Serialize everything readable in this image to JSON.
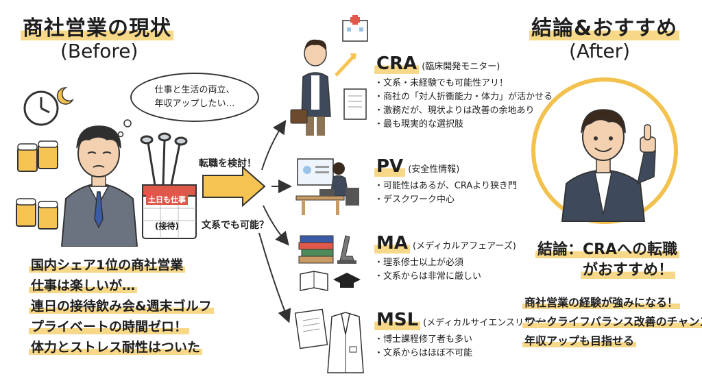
{
  "left": {
    "title": "商社営業の現状",
    "subtitle": "(Before)",
    "bubble": [
      "仕事と生活の両立、",
      "年収アップしたい…"
    ],
    "calendar_top": "土日も仕事",
    "calendar_bottom": "(接待)",
    "list": [
      "国内シェア1位の商社営業",
      "仕事は楽しいが…",
      "連日の接待飲み会&週末ゴルフ",
      "プライベートの時間ゼロ！",
      "体力とストレス耐性はついた"
    ]
  },
  "middle": {
    "arrow_label_top": "転職を検討！",
    "arrow_label_bottom": "文系でも可能？"
  },
  "options": [
    {
      "abbr": "CRA",
      "full": "(臨床開発モニター)",
      "points": [
        "文系・未経験でも可能性アリ！",
        "商社の「対人折衝能力・体力」が活かせる",
        "激務だが、現状よりは改善の余地あり",
        "最も現実的な選択肢"
      ]
    },
    {
      "abbr": "PV",
      "full": "(安全性情報)",
      "points": [
        "可能性はあるが、CRAより狭き門",
        "デスクワーク中心"
      ]
    },
    {
      "abbr": "MA",
      "full": "(メディカルアフェアーズ)",
      "points": [
        "理系修士以上が必須",
        "文系からは非常に厳しい"
      ]
    },
    {
      "abbr": "MSL",
      "full": "(メディカルサイエンスリエゾン)",
      "points": [
        "博士課程修了者も多い",
        "文系からはほぼ不可能"
      ]
    }
  ],
  "right": {
    "title": "結論&おすすめ",
    "subtitle": "(After)",
    "conclusion": [
      "結論：CRAへの転職",
      "がおすすめ！"
    ],
    "list": [
      "商社営業の経験が強みになる！",
      "ワークライフバランス改善のチャンス",
      "年収アップも目指せる"
    ]
  },
  "colors": {
    "accent": "#f7d889",
    "arrow": "#f5c453",
    "ink": "#1e1e1e",
    "jacket": "#3e4a5c",
    "ring": "#f2c14e"
  }
}
